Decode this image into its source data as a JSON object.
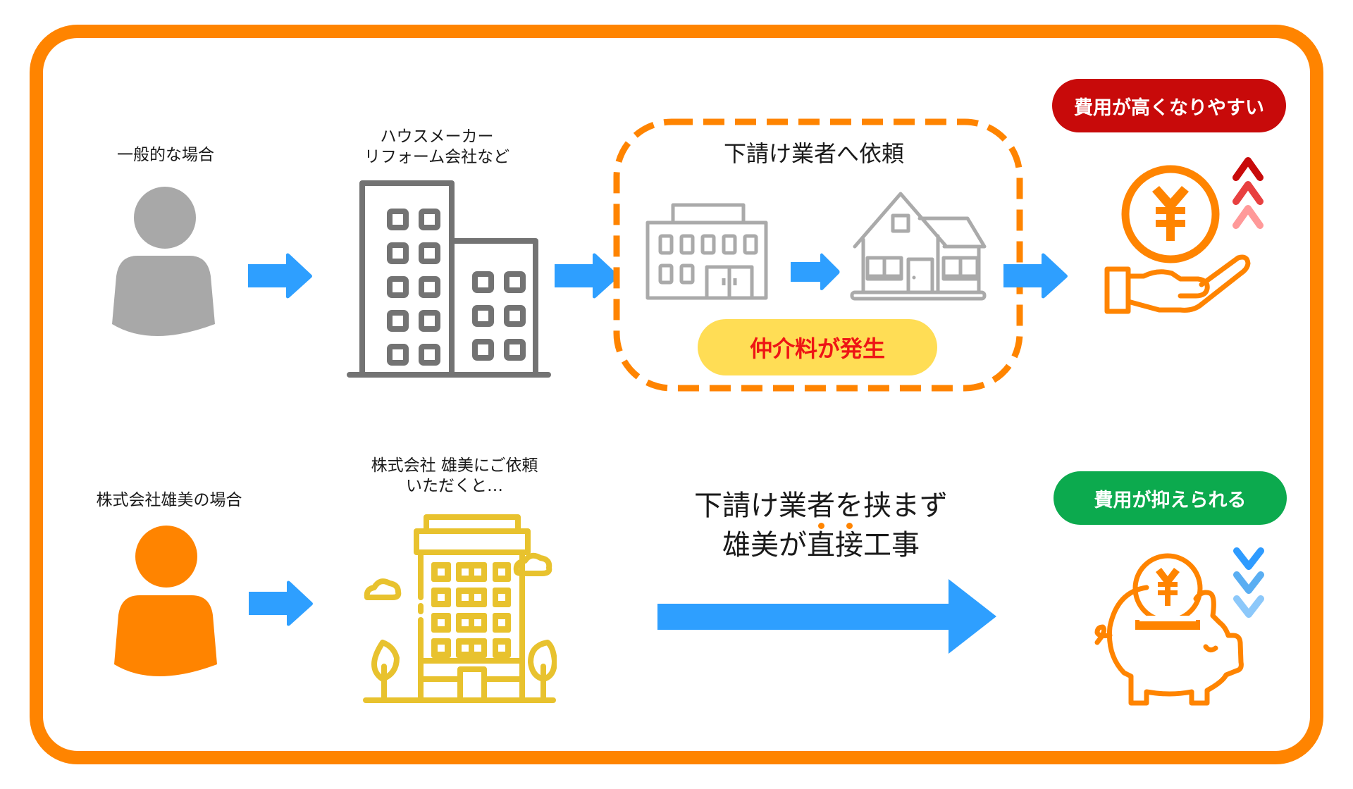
{
  "colors": {
    "frame": "#FF8400",
    "arrow": "#2E9FFF",
    "gray_icon": "#A8A8A8",
    "dark_gray_icon": "#737373",
    "light_gray_icon": "#AAAAAA",
    "accent_orange": "#FF8400",
    "yellow_building": "#E8C22E",
    "high_cost_badge": "#C80A0A",
    "low_cost_badge": "#0CAA4E",
    "fee_badge_bg": "#FFDD55",
    "fee_badge_text": "#EE1515",
    "up_chevrons": [
      "#C80A0A",
      "#E84040",
      "#FF9999"
    ],
    "down_chevrons": [
      "#2E9BFF",
      "#5AAEF2",
      "#8CC8FA"
    ]
  },
  "top_row": {
    "case_label": "一般的な場合",
    "company_label_line1": "ハウスメーカー",
    "company_label_line2": "リフォーム会社など",
    "subcontract_title": "下請け業者へ依頼",
    "fee_badge": "仲介料が発生",
    "result_badge": "費用が高くなりやすい",
    "icons": [
      "person-icon",
      "office-buildings-icon",
      "office-icon",
      "house-icon",
      "yen-coin-hand-icon",
      "up-chevrons-icon"
    ]
  },
  "bottom_row": {
    "case_label": "株式会社雄美の場合",
    "company_label_line1": "株式会社 雄美にご依頼",
    "company_label_line2": "いただくと…",
    "direct_line1": "下請け業者を挟まず",
    "direct_line2_pre": "雄美が",
    "direct_line2_em1": "直",
    "direct_line2_em2": "接",
    "direct_line2_post": "工事",
    "result_badge": "費用が抑えられる",
    "icons": [
      "person-icon",
      "yellow-building-icon",
      "piggy-bank-icon",
      "down-chevrons-icon"
    ]
  }
}
